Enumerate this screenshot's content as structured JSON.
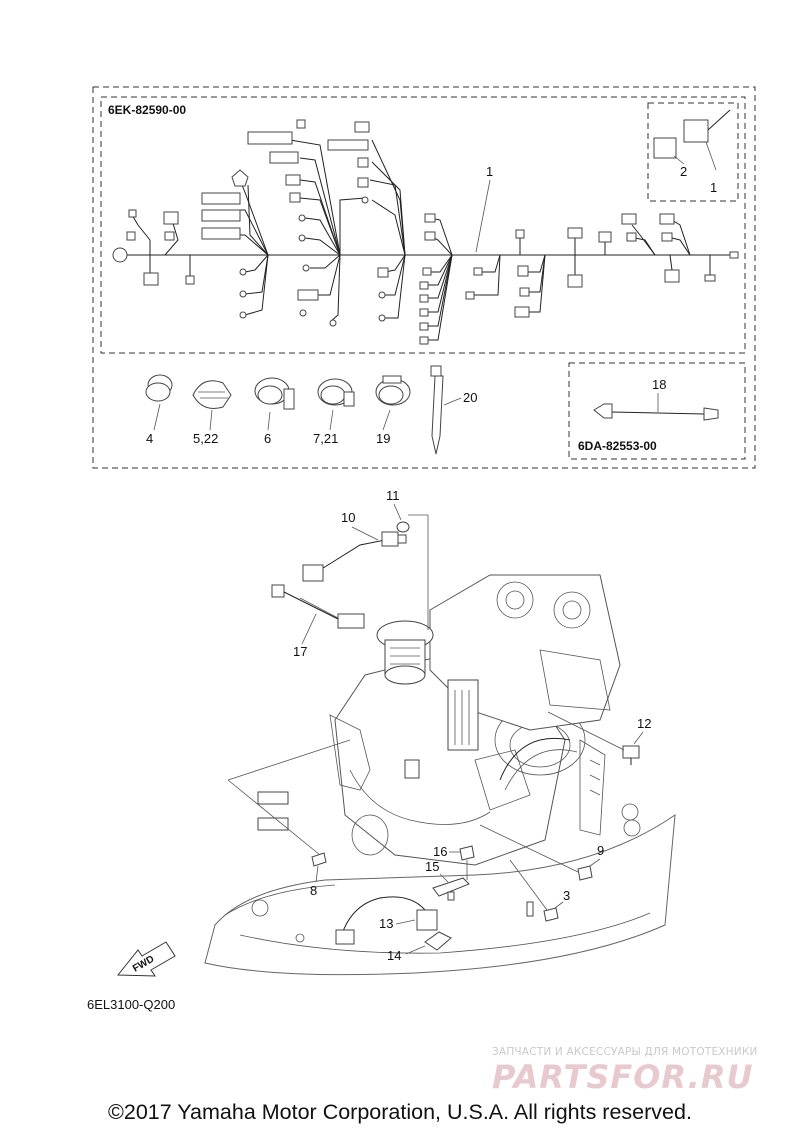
{
  "harness_kit_code": "6EK-82590-00",
  "sub_harness_code": "6DA-82553-00",
  "diagram_ref": "6EL3100-Q200",
  "fwd_label": "FWD",
  "callouts": {
    "c1": "1",
    "c1b": "1",
    "c2": "2",
    "c3": "3",
    "c4": "4",
    "c5_22": "5,22",
    "c6": "6",
    "c7_21": "7,21",
    "c8": "8",
    "c9": "9",
    "c10": "10",
    "c11": "11",
    "c12": "12",
    "c13": "13",
    "c14": "14",
    "c15": "15",
    "c16": "16",
    "c17": "17",
    "c18": "18",
    "c19": "19",
    "c20": "20"
  },
  "watermark": {
    "line1": "ЗАПЧАСТИ И АКСЕССУАРЫ ДЛЯ МОТОТЕХНИКИ",
    "line2": "PARTSFOR.RU"
  },
  "copyright": "©2017 Yamaha Motor Corporation, U.S.A. All rights reserved."
}
